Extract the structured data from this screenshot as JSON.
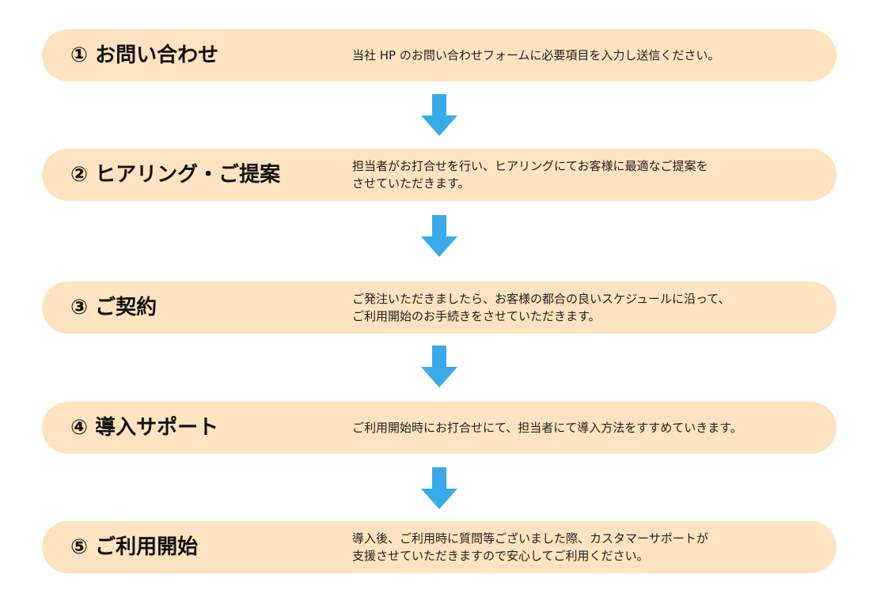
{
  "steps": [
    {
      "title": "① お問い合わせ",
      "desc_lines": [
        "当社 HP のお問い合わせフォームに必要項目を入力し送信ください。"
      ]
    },
    {
      "title": "② ヒアリング・ご提案",
      "desc_lines": [
        "担当者がお打合せを行い、ヒアリングにてお客様に最適なご提案を",
        "させていただきます。"
      ]
    },
    {
      "title": "③ ご契約",
      "desc_lines": [
        "ご発注いただきましたら、お客様の都合の良いスケジュールに沿って、",
        "ご利用開始のお手続きをさせていただきます。"
      ]
    },
    {
      "title": "④ 導入サポート",
      "desc_lines": [
        "ご利用開始時にお打合せにて、担当者にて導入方法をすすめていきます。"
      ]
    },
    {
      "title": "⑤ ご利用開始",
      "desc_lines": [
        "導入後、ご利用時に質問等ございました際、カスタマーサポートが",
        "支援させていただきますので安心してご利用ください。"
      ]
    }
  ],
  "colors": {
    "step_background": "#fde3bf",
    "arrow": "#3aabea"
  },
  "icons": {
    "connector": "down-arrow-icon"
  }
}
